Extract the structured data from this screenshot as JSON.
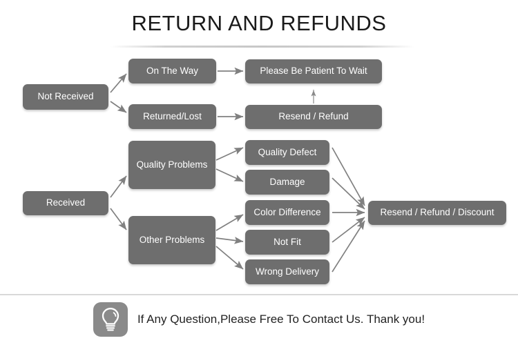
{
  "page": {
    "title": "RETURN AND REFUNDS",
    "background_color": "#ffffff",
    "node_color": "#6e6e6e",
    "node_text_color": "#ffffff",
    "arrow_color": "#808080",
    "divider_color": "#d8d8d8"
  },
  "diagram": {
    "type": "flowchart",
    "nodes": {
      "not_received": "Not Received",
      "on_the_way": "On The Way",
      "returned_lost": "Returned/Lost",
      "please_be_patient": "Please Be Patient To Wait",
      "resend_refund": "Resend / Refund",
      "received": "Received",
      "quality_problems": "Quality Problems",
      "other_problems": "Other Problems",
      "quality_defect": "Quality Defect",
      "damage": "Damage",
      "color_difference": "Color Difference",
      "not_fit": "Not Fit",
      "wrong_delivery": "Wrong Delivery",
      "resend_refund_discount": "Resend / Refund / Discount"
    },
    "edges": [
      {
        "from": "not_received",
        "to": "on_the_way"
      },
      {
        "from": "not_received",
        "to": "returned_lost"
      },
      {
        "from": "on_the_way",
        "to": "please_be_patient"
      },
      {
        "from": "returned_lost",
        "to": "resend_refund"
      },
      {
        "from": "resend_refund",
        "to": "please_be_patient"
      },
      {
        "from": "received",
        "to": "quality_problems"
      },
      {
        "from": "received",
        "to": "other_problems"
      },
      {
        "from": "quality_problems",
        "to": "quality_defect"
      },
      {
        "from": "quality_problems",
        "to": "damage"
      },
      {
        "from": "other_problems",
        "to": "color_difference"
      },
      {
        "from": "other_problems",
        "to": "not_fit"
      },
      {
        "from": "other_problems",
        "to": "wrong_delivery"
      },
      {
        "from": "quality_defect",
        "to": "resend_refund_discount"
      },
      {
        "from": "damage",
        "to": "resend_refund_discount"
      },
      {
        "from": "color_difference",
        "to": "resend_refund_discount"
      },
      {
        "from": "not_fit",
        "to": "resend_refund_discount"
      },
      {
        "from": "wrong_delivery",
        "to": "resend_refund_discount"
      }
    ]
  },
  "footer": {
    "icon": "lightbulb-icon",
    "text": "If Any Question,Please Free To Contact Us. Thank you!"
  }
}
